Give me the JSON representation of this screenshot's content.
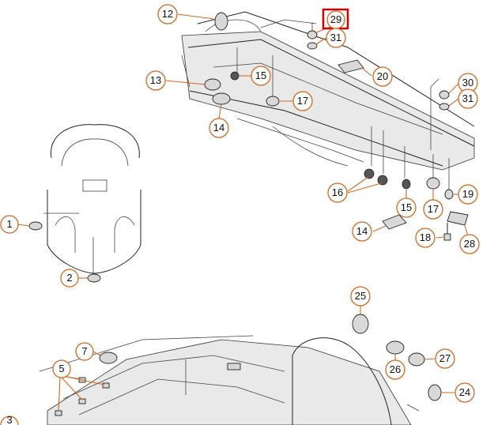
{
  "diagram": {
    "callouts": [
      {
        "id": "c12",
        "label": "12"
      },
      {
        "id": "c29",
        "label": "29",
        "highlighted": true
      },
      {
        "id": "c31a",
        "label": "31"
      },
      {
        "id": "c13",
        "label": "13"
      },
      {
        "id": "c15a",
        "label": "15"
      },
      {
        "id": "c20",
        "label": "20"
      },
      {
        "id": "c30",
        "label": "30"
      },
      {
        "id": "c17a",
        "label": "17"
      },
      {
        "id": "c31b",
        "label": "31"
      },
      {
        "id": "c14a",
        "label": "14"
      },
      {
        "id": "c16",
        "label": "16"
      },
      {
        "id": "c15b",
        "label": "15"
      },
      {
        "id": "c17b",
        "label": "17"
      },
      {
        "id": "c19",
        "label": "19"
      },
      {
        "id": "c1",
        "label": "1"
      },
      {
        "id": "c14b",
        "label": "14"
      },
      {
        "id": "c18",
        "label": "18"
      },
      {
        "id": "c28",
        "label": "28"
      },
      {
        "id": "c2",
        "label": "2"
      },
      {
        "id": "c25",
        "label": "25"
      },
      {
        "id": "c7",
        "label": "7"
      },
      {
        "id": "c26",
        "label": "26"
      },
      {
        "id": "c27",
        "label": "27"
      },
      {
        "id": "c5",
        "label": "5"
      },
      {
        "id": "c24",
        "label": "24"
      },
      {
        "id": "c3",
        "label": "3"
      }
    ],
    "highlight_color": "#d40000",
    "callout_color": "#d2691e"
  }
}
